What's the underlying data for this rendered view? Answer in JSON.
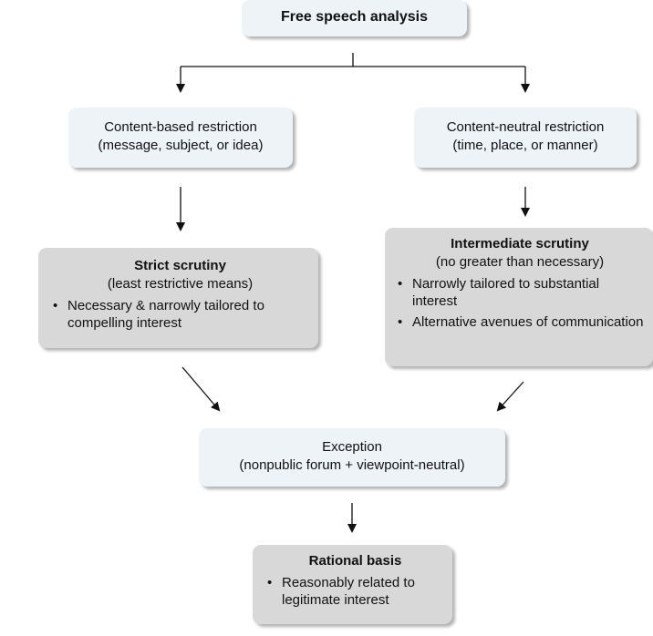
{
  "root": {
    "title": "Free speech analysis"
  },
  "content_based": {
    "line1": "Content-based restriction",
    "line2": "(message, subject, or idea)"
  },
  "content_neutral": {
    "line1": "Content-neutral restriction",
    "line2": "(time, place, or manner)"
  },
  "strict": {
    "title": "Strict scrutiny",
    "subtitle": "(least restrictive means)",
    "bullets": [
      "Necessary & narrowly tailored to compelling interest"
    ]
  },
  "intermediate": {
    "title": "Intermediate scrutiny",
    "subtitle": "(no greater than necessary)",
    "bullets": [
      "Narrowly tailored to substantial interest",
      "Alternative avenues of communication"
    ]
  },
  "exception": {
    "line1": "Exception",
    "line2": "(nonpublic forum + viewpoint-neutral)"
  },
  "rational": {
    "title": "Rational basis",
    "bullets": [
      "Reasonably related to legitimate interest"
    ]
  }
}
